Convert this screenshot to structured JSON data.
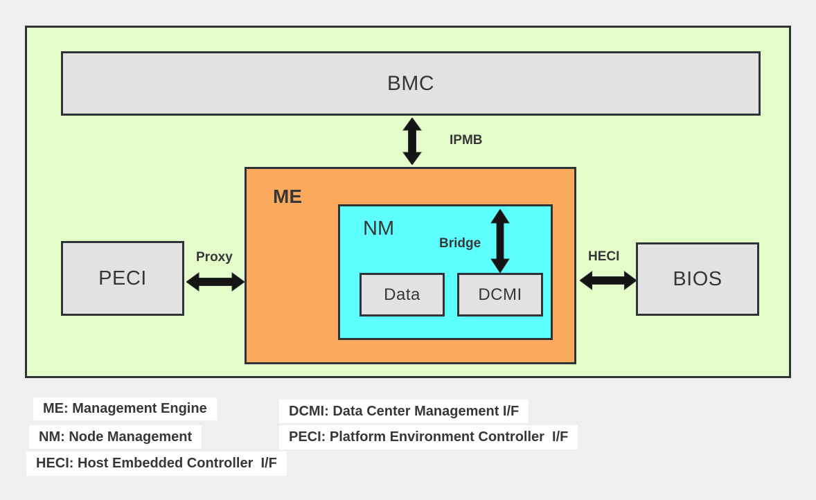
{
  "diagram": {
    "blocks": {
      "bmc": {
        "label": "BMC"
      },
      "me": {
        "label": "ME"
      },
      "nm": {
        "label": "NM"
      },
      "data": {
        "label": "Data"
      },
      "dcmi": {
        "label": "DCMI"
      },
      "peci": {
        "label": "PECI"
      },
      "bios": {
        "label": "BIOS"
      }
    },
    "connectors": {
      "ipmb": {
        "label": "IPMB"
      },
      "bridge": {
        "label": "Bridge"
      },
      "proxy": {
        "label": "Proxy"
      },
      "heci": {
        "label": "HECI"
      }
    },
    "colors": {
      "background": "#efefef",
      "board": "#e4fbca",
      "block_gray": "#e2e2e2",
      "me_orange": "#fcab5e",
      "nm_cyan": "#5dffff",
      "border": "#2e3338",
      "arrow": "#141414",
      "text": "#373737",
      "legend_bg": "#ffffff"
    }
  },
  "legend": {
    "items": [
      {
        "label": "ME: Management Engine"
      },
      {
        "label": "NM: Node Management"
      },
      {
        "label": "HECI: Host Embedded Controller  I/F"
      },
      {
        "label": "DCMI: Data Center Management I/F"
      },
      {
        "label": "PECI: Platform Environment Controller  I/F"
      }
    ]
  }
}
